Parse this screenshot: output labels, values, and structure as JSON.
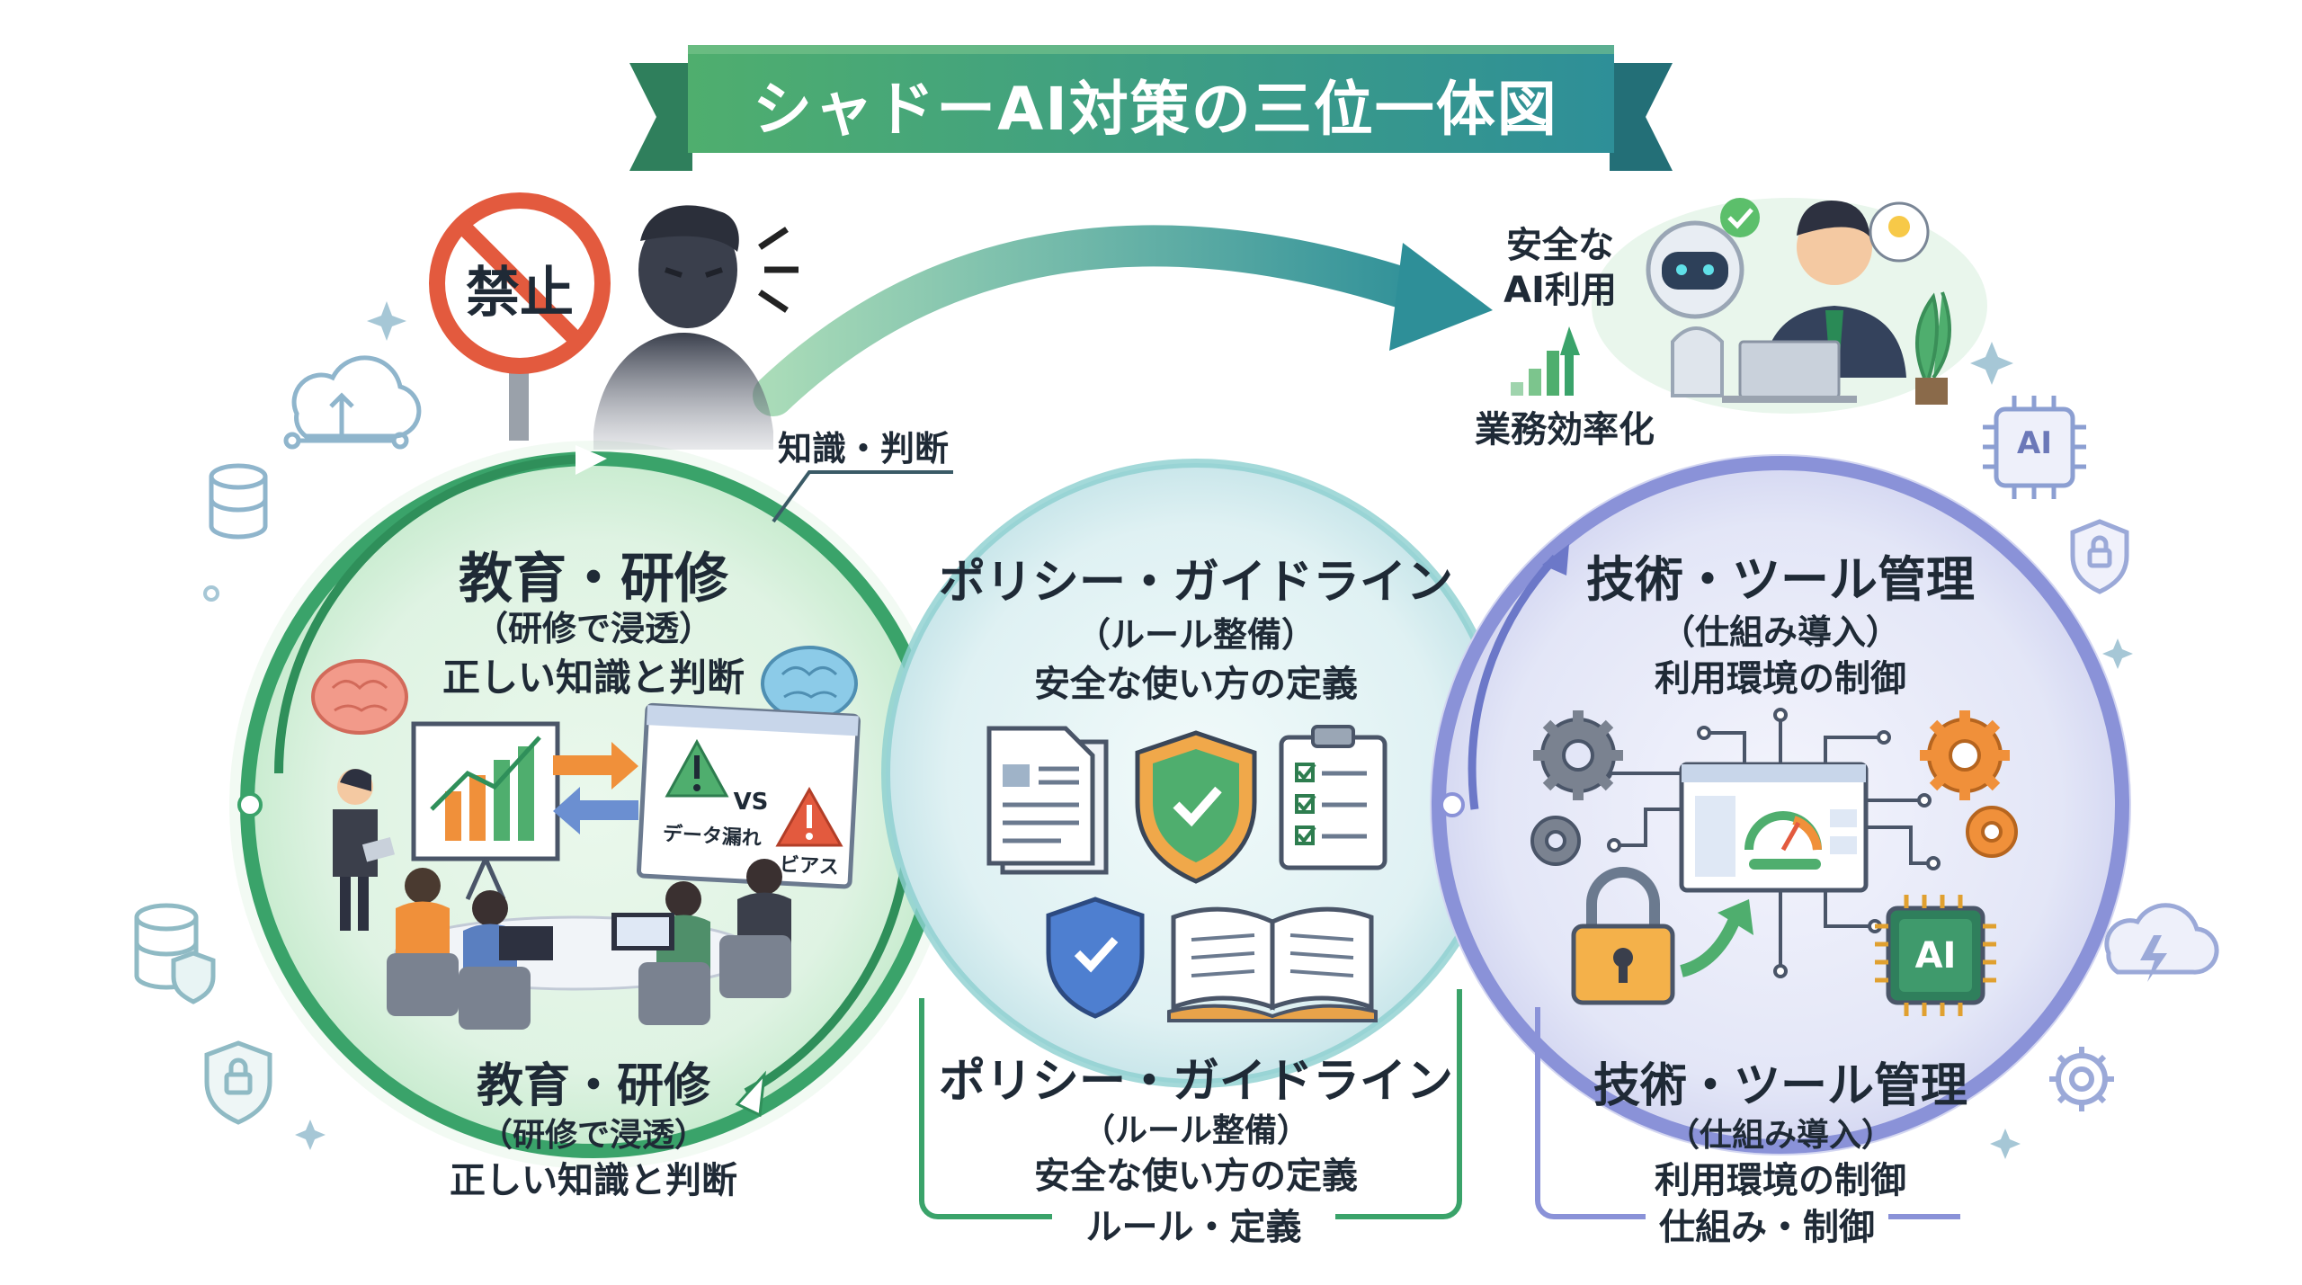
{
  "title": "シャドーAI対策の三位一体図",
  "sign": {
    "text": "禁止"
  },
  "arrow_label": "知識・判断",
  "goal": {
    "line1": "安全な",
    "line2": "AI利用",
    "efficiency": "業務効率化",
    "chip": "AI"
  },
  "circles": [
    {
      "title": "教育・研修",
      "subtitle": "（研修で浸透）",
      "desc": "正しい知識と判断",
      "vs": "VS",
      "leak": "データ漏れ",
      "bias": "ビアス"
    },
    {
      "title": "ポリシー・ガイドライン",
      "subtitle": "（ルール整備）",
      "desc": "安全な使い方の定義"
    },
    {
      "title": "技術・ツール管理",
      "subtitle": "（仕組み導入）",
      "desc": "利用環境の制御",
      "chip": "AI"
    }
  ],
  "bottom_labels": [
    {
      "title": "教育・研修",
      "subtitle": "（研修で浸透）",
      "desc": "正しい知識と判断"
    },
    {
      "title": "ポリシー・ガイドライン",
      "subtitle": "（ルール整備）",
      "desc": "安全な使い方の定義"
    },
    {
      "title": "技術・ツール管理",
      "subtitle": "（仕組み導入）",
      "desc": "利用環境の制御"
    }
  ],
  "bracket_labels": [
    "ルール・定義",
    "仕組み・制御"
  ],
  "colors": {
    "green": "#3aa36a",
    "teal": "#2e8f98",
    "purple": "#8a7cd0",
    "orange": "#f0903a"
  }
}
